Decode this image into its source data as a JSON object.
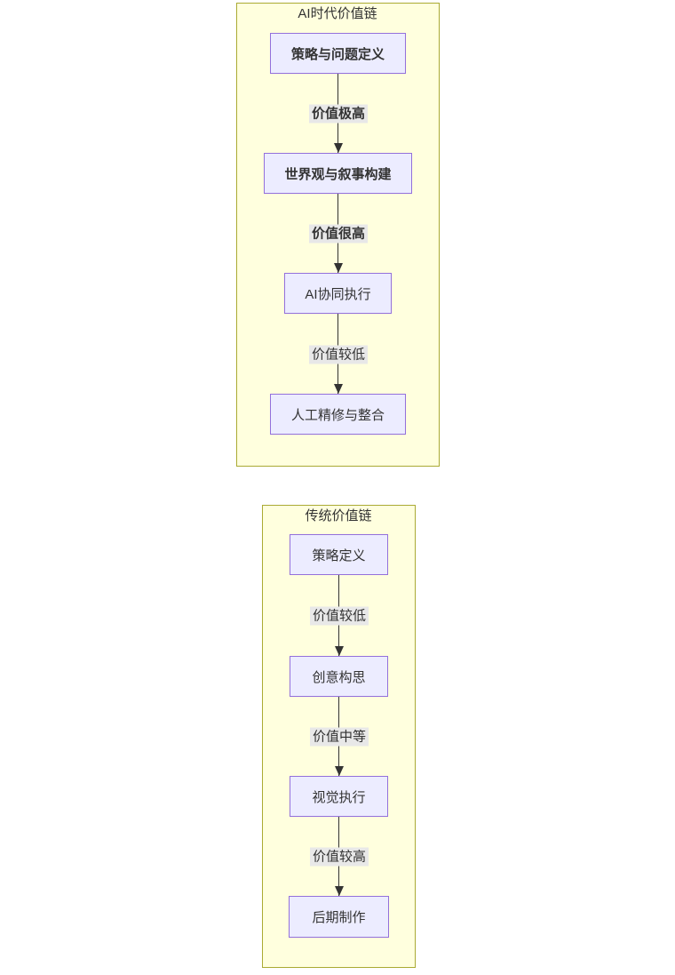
{
  "diagram": {
    "type": "flowchart-vertical",
    "clusters": [
      {
        "title": "AI时代价值链",
        "nodes": [
          {
            "label": "策略与问题定义"
          },
          {
            "label": "世界观与叙事构建"
          },
          {
            "label": "AI协同执行"
          },
          {
            "label": "人工精修与整合"
          }
        ],
        "edges": [
          {
            "label": "价值极高"
          },
          {
            "label": "价值很高"
          },
          {
            "label": "价值较低"
          }
        ]
      },
      {
        "title": "传统价值链",
        "nodes": [
          {
            "label": "策略定义"
          },
          {
            "label": "创意构思"
          },
          {
            "label": "视觉执行"
          },
          {
            "label": "后期制作"
          }
        ],
        "edges": [
          {
            "label": "价值较低"
          },
          {
            "label": "价值中等"
          },
          {
            "label": "价值较高"
          }
        ]
      }
    ],
    "colors": {
      "cluster_fill": "#FFFFDE",
      "cluster_border": "#AAAA33",
      "node_fill": "#ECECFF",
      "node_border": "#9370DB",
      "edge_label_bg": "#E8E8E8",
      "line": "#333333",
      "text": "#333333"
    }
  }
}
